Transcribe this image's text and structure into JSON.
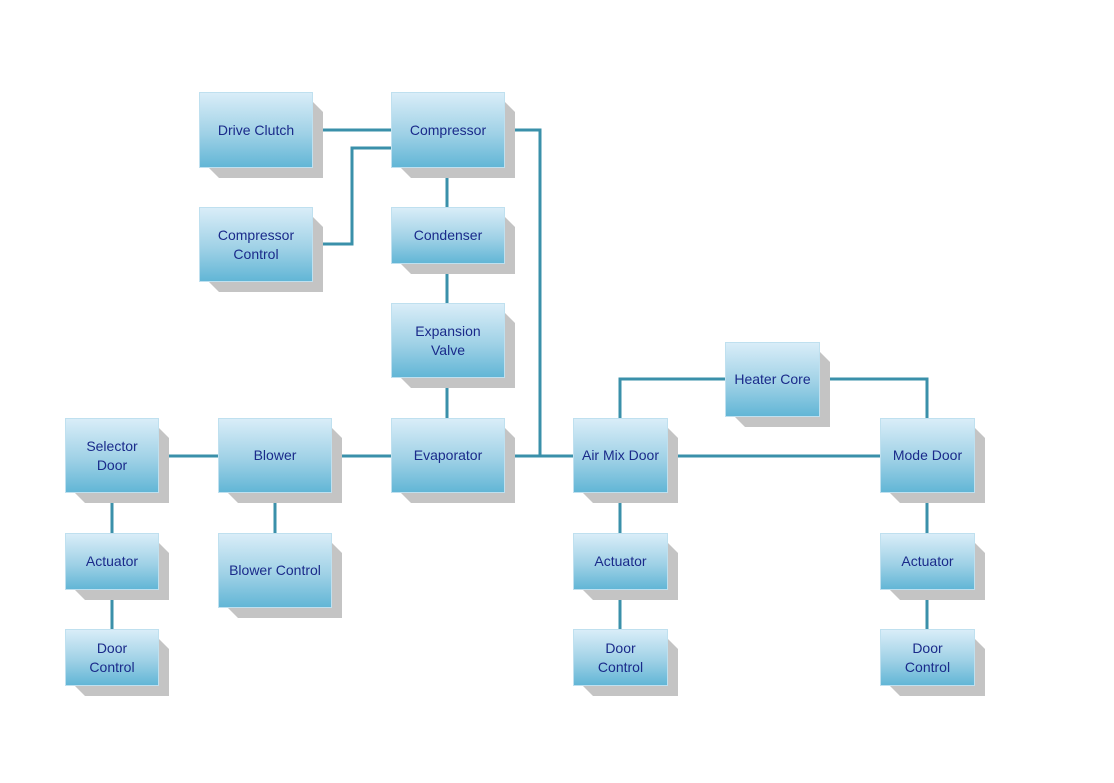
{
  "nodes": {
    "drive_clutch": "Drive Clutch",
    "compressor": "Compressor",
    "compressor_control": "Compressor\nControl",
    "condenser": "Condenser",
    "expansion_valve": "Expansion\nValve",
    "evaporator": "Evaporator",
    "blower": "Blower",
    "selector_door": "Selector\nDoor",
    "selector_actuator": "Actuator",
    "selector_door_control": "Door\nControl",
    "blower_control": "Blower Control",
    "air_mix_door": "Air Mix Door",
    "air_mix_actuator": "Actuator",
    "air_mix_door_control": "Door\nControl",
    "heater_core": "Heater Core",
    "mode_door": "Mode Door",
    "mode_actuator": "Actuator",
    "mode_door_control": "Door\nControl"
  },
  "colors": {
    "connector": "#3a90aa",
    "text": "#1a2a8a",
    "shadow": "#c4c4c4"
  }
}
